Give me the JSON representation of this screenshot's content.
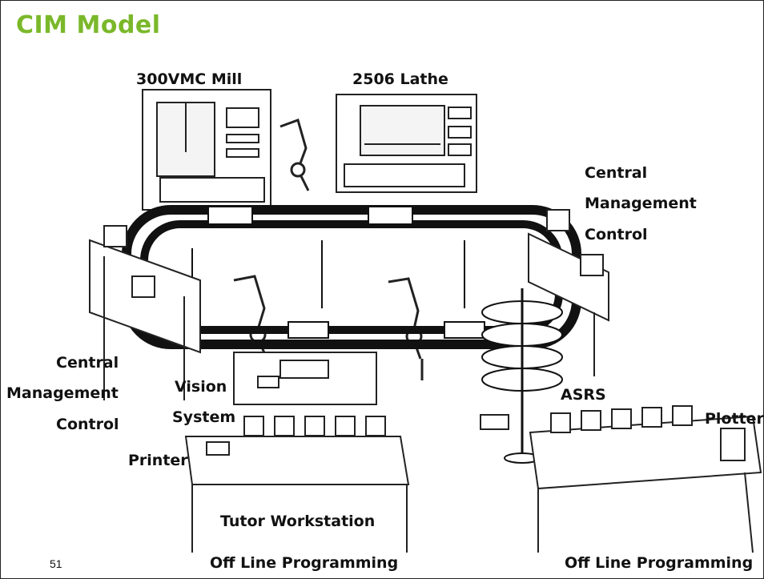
{
  "title": "CIM Model",
  "slide_number": "51",
  "labels": {
    "mill": "300VMC Mill",
    "lathe": "2506 Lathe",
    "central_right_1": "Central",
    "central_right_2": "Management",
    "central_right_3": "Control",
    "central_left_1": "Central",
    "central_left_2": "Management",
    "central_left_3": "Control",
    "vision_1": "Vision",
    "vision_2": "System",
    "printer": "Printer",
    "asrs": "ASRS",
    "plotter": "Plotter",
    "tutor": "Tutor Workstation",
    "offline_left": "Off Line Programming",
    "offline_right": "Off Line Programming"
  }
}
